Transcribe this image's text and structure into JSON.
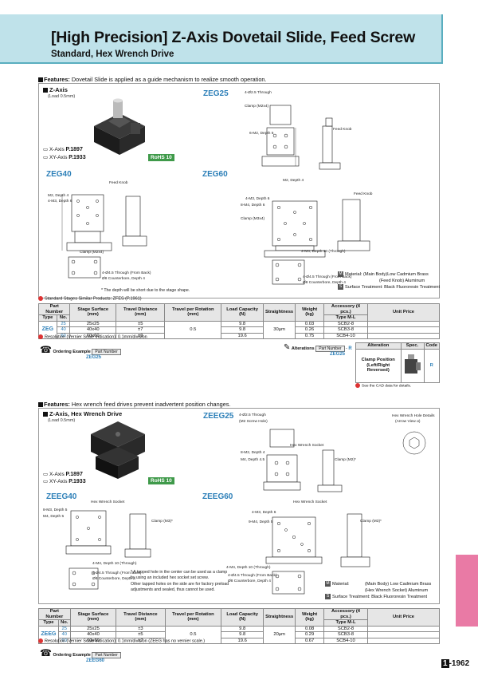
{
  "header": {
    "title": "[High Precision] Z-Axis Dovetail Slide, Feed Screw",
    "subtitle": "Standard, Hex Wrench Drive"
  },
  "colors": {
    "header_bg": "#bfe2ea",
    "accent_blue": "#2c7fb8",
    "rohs_green": "#3f9a4a",
    "side_tab_pink": "#e97aa5"
  },
  "section1": {
    "features_label": "Features:",
    "features_text": "Dovetail Slide is applied as a guide mechanism to realize smooth operation.",
    "product_title": "Z-Axis",
    "load": "(Load 0.5mm)",
    "xref_x": "X-Axis",
    "xref_x_page": "P.1897",
    "xref_xy": "XY-Axis",
    "xref_xy_page": "P.1933",
    "rohs": "RoHS 10",
    "models": {
      "a": "ZEG25",
      "b": "ZEG40",
      "c": "ZEG60"
    },
    "labels": {
      "through": "4-Ø2.5 Through",
      "clamp": "Clamp (M2x4)",
      "feed_knob": "Feed Knob",
      "m2_depth4": "M2, Depth 4",
      "m2_depth5": "6-M2, Depth 5",
      "m3_depth6": "4-M3, Depth 6",
      "m4_depth6": "8-M4, Depth 6",
      "clamp_m3": "Clamp (M3x4)",
      "m4_through": "4-M4, Depth 10 (Through)",
      "back_through": "4-Ø4.5 Through (From Back)",
      "counterbore": "Ø8 Counterbore, Depth 4",
      "depth_note": "* The depth will be short due to the stage shape."
    },
    "material_label": "Material:",
    "material_text": "(Main Body)Low Cadmium Brass",
    "material_text2": "(Feed Knob) Aluminum",
    "surface_label": "Surface Treatment:",
    "surface_text": "Black Fluororesin Treatment",
    "similar_note": "Standard Stages Similar Products: ZFES (P.1961)",
    "resolution_note": "Resolution (Vernier Scale Indication): 0.1mm/division",
    "ordering_label": "Ordering Example",
    "part_number_label": "Part Number",
    "ordering_example": "ZEG25",
    "alterations_label": "Alterations",
    "alt_example": "ZEG25",
    "alt_code": "R",
    "alt_table": {
      "headers": [
        "Alteration",
        "Spec.",
        "Code"
      ],
      "name": "Clamp Position (Left/Right Reversed)",
      "code": "R"
    },
    "cad_note": "See the CAD data for details."
  },
  "table1": {
    "headers": {
      "part_number": "Part Number",
      "type": "Type",
      "no": "No.",
      "stage": "Stage Surface (mm)",
      "travel": "Travel Distance (mm)",
      "per_rotation": "Travel per Rotation (mm)",
      "load": "Load Capacity (N)",
      "straightness": "Straightness",
      "weight": "Weight (kg)",
      "accessory": "Accessory (4 pcs.)",
      "accessory_sub": "Type M-L",
      "unit_price": "Unit Price"
    },
    "type": "ZEG",
    "per_rotation": "0.5",
    "straightness": "30µm",
    "rows": [
      {
        "no": "25",
        "stage": "25x25",
        "travel": "±5",
        "load": "9.8",
        "weight": "0.03",
        "accessory": "SCB2-8"
      },
      {
        "no": "40",
        "stage": "40x40",
        "travel": "±7",
        "load": "9.8",
        "weight": "0.26",
        "accessory": "SCB3-8"
      },
      {
        "no": "60",
        "stage": "60x60",
        "travel": "±9",
        "load": "19.6",
        "weight": "0.75",
        "accessory": "SCB4-10"
      }
    ]
  },
  "section2": {
    "features_label": "Features:",
    "features_text": "Hex wrench feed drives prevent inadvertent position changes.",
    "product_title": "Z-Axis, Hex Wrench Drive",
    "load": "(Load 0.5mm)",
    "xref_x": "X-Axis",
    "xref_x_page": "P.1897",
    "xref_xy": "XY-Axis",
    "xref_xy_page": "P.1933",
    "rohs": "RoHS 10",
    "models": {
      "a": "ZEEG25",
      "b": "ZEEG40",
      "c": "ZEEG60"
    },
    "labels": {
      "through": "4-Ø2.5 Through",
      "screw_hole": "(M2 Screw Hole)",
      "hex_socket": "Hex Wrench Socket",
      "hex_details": "Hex Wrench Hole Details",
      "arrow_view": "(Arrow View α)",
      "m2_depth4": "8-M2, Depth 4",
      "m4_depth45": "M4, Depth 4.5",
      "clamp_m2": "Clamp (M2)*",
      "m3_depth5": "8-M3, Depth 5",
      "m4_depth5": "M4, Depth 5",
      "clamp_m3": "Clamp (M3)*",
      "m3_depth6": "4-M3, Depth 6",
      "m4_depth6": "9-M4, Depth 5",
      "m4_through": "4-M4, Depth 10 (Through)",
      "back_through": "4-Ø4.5 Through (From Back)",
      "counterbore": "Ø8 Counterbore, Depth 4",
      "tap_note_1": "* A tapped hole in the center can be used as a clamp",
      "tap_note_2": "by using an included hex socket set screw.",
      "tap_note_3": "Other tapped holes on the side are for factory preload",
      "tap_note_4": "adjustments and sealed, thus cannot be used."
    },
    "material_label": "Material:",
    "material_text": "(Main Body) Low Cadmium Brass",
    "material_text2": "(Hex Wrench Socket) Aluminum",
    "surface_label": "Surface Treatment:",
    "surface_text": "Black Fluororesin Treatment",
    "resolution_note": "Resolution (Vernier Scale Indication): 0.1mm/division (ZEEG has no vernier scale.)",
    "ordering_label": "Ordering Example",
    "part_number_label": "Part Number",
    "ordering_example": "ZEEG60"
  },
  "table2": {
    "type": "ZEEG",
    "per_rotation": "0.5",
    "straightness": "20µm",
    "rows": [
      {
        "no": "25",
        "stage": "25x25",
        "travel": "±3",
        "load": "9.8",
        "weight": "0.08",
        "accessory": "SCB2-8"
      },
      {
        "no": "40",
        "stage": "40x40",
        "travel": "±5",
        "load": "9.8",
        "weight": "0.29",
        "accessory": "SCB3-8"
      },
      {
        "no": "60",
        "stage": "60x60",
        "travel": "±7",
        "load": "19.6",
        "weight": "0.67",
        "accessory": "SCB4-10"
      }
    ]
  },
  "page": {
    "prefix": "1",
    "number": "-1962"
  }
}
